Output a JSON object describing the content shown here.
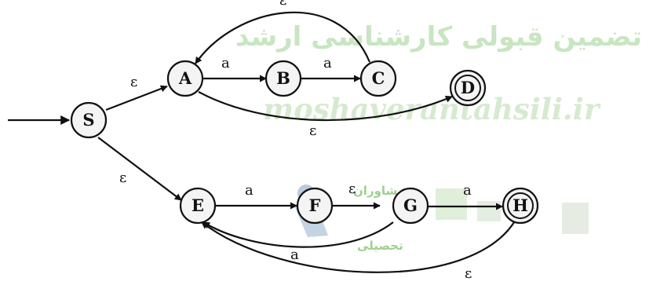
{
  "watermark": {
    "persian": "تضمین قبولی کارشناسی ارشد",
    "url": "moshaverantahsili.ir",
    "logo_line1": "مشاوران",
    "logo_line2": "تحصیلی"
  },
  "states": {
    "S": {
      "label": "S",
      "final": false
    },
    "A": {
      "label": "A",
      "final": false
    },
    "B": {
      "label": "B",
      "final": false
    },
    "C": {
      "label": "C",
      "final": false
    },
    "D": {
      "label": "D",
      "final": true
    },
    "E": {
      "label": "E",
      "final": false
    },
    "F": {
      "label": "F",
      "final": false
    },
    "G": {
      "label": "G",
      "final": false
    },
    "H": {
      "label": "H",
      "final": true
    }
  },
  "transitions": [
    {
      "from": "S",
      "to": "A",
      "label": "ε"
    },
    {
      "from": "S",
      "to": "E",
      "label": "ε"
    },
    {
      "from": "A",
      "to": "B",
      "label": "a"
    },
    {
      "from": "B",
      "to": "C",
      "label": "a"
    },
    {
      "from": "C",
      "to": "A",
      "label": "ε"
    },
    {
      "from": "A",
      "to": "D",
      "label": "ε"
    },
    {
      "from": "E",
      "to": "F",
      "label": "a"
    },
    {
      "from": "F",
      "to": "G",
      "label": "ε"
    },
    {
      "from": "G",
      "to": "H",
      "label": "a"
    },
    {
      "from": "G",
      "to": "E",
      "label": "a"
    },
    {
      "from": "H",
      "to": "E",
      "label": "ε"
    }
  ],
  "start_state": "S"
}
